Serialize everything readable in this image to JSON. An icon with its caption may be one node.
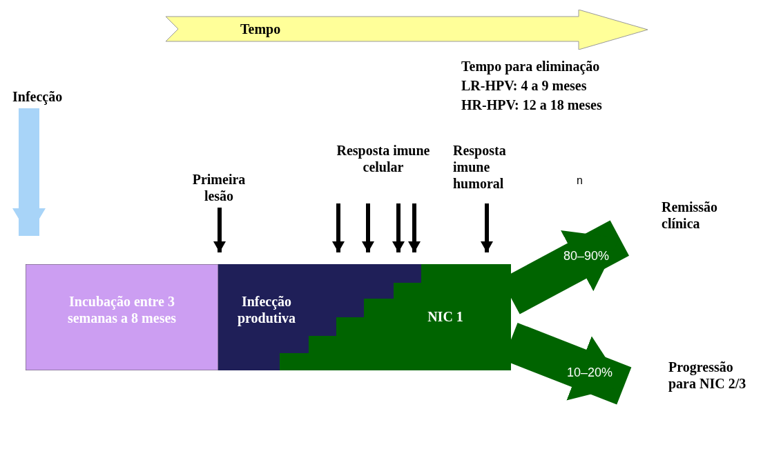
{
  "diagram": {
    "nodes": [
      {
        "text": [
          "Tempo"
        ]
      },
      {
        "text": [
          "Infecção"
        ]
      },
      {
        "text": [
          "Primeira lesão"
        ]
      },
      {
        "text": [
          "Resposta imune celular"
        ]
      },
      {
        "text": [
          "Resposta imune humoral"
        ]
      },
      {
        "text": [
          "Remissão clínica"
        ]
      },
      {
        "text": [
          "Incubação entre 3 semanas a 8 meses"
        ]
      },
      {
        "text": [
          "Infecção produtiva"
        ]
      },
      {
        "text": [
          "NIC 1"
        ]
      },
      {
        "text": [
          "Progressão para NIC 2/3"
        ]
      }
    ],
    "edges": [
      {
        "from": 1,
        "to": 6,
        "arrow": "to",
        "style": "thick",
        "color": "#a8d4f8"
      },
      {
        "from": 2,
        "to": 7,
        "arrow": "to"
      },
      {
        "from": 3,
        "to": 7,
        "arrow": "to"
      },
      {
        "from": 3,
        "to": 7,
        "arrow": "to"
      },
      {
        "from": 3,
        "to": 7,
        "arrow": "to"
      },
      {
        "from": 3,
        "to": 8,
        "arrow": "to"
      },
      {
        "from": 4,
        "to": 8,
        "arrow": "to"
      },
      {
        "from": 8,
        "to": 5,
        "arrow": "to",
        "label": "80–90%",
        "style": "thick",
        "color": "#006400"
      },
      {
        "from": 8,
        "to": 9,
        "arrow": "to",
        "label": "10–20%",
        "style": "thick",
        "color": "#006400"
      }
    ],
    "labels": [
      "Tempo para eliminação",
      "LR-HPV: 4 a 9 meses",
      "HR-HPV: 12 a 18 meses",
      "n"
    ]
  }
}
